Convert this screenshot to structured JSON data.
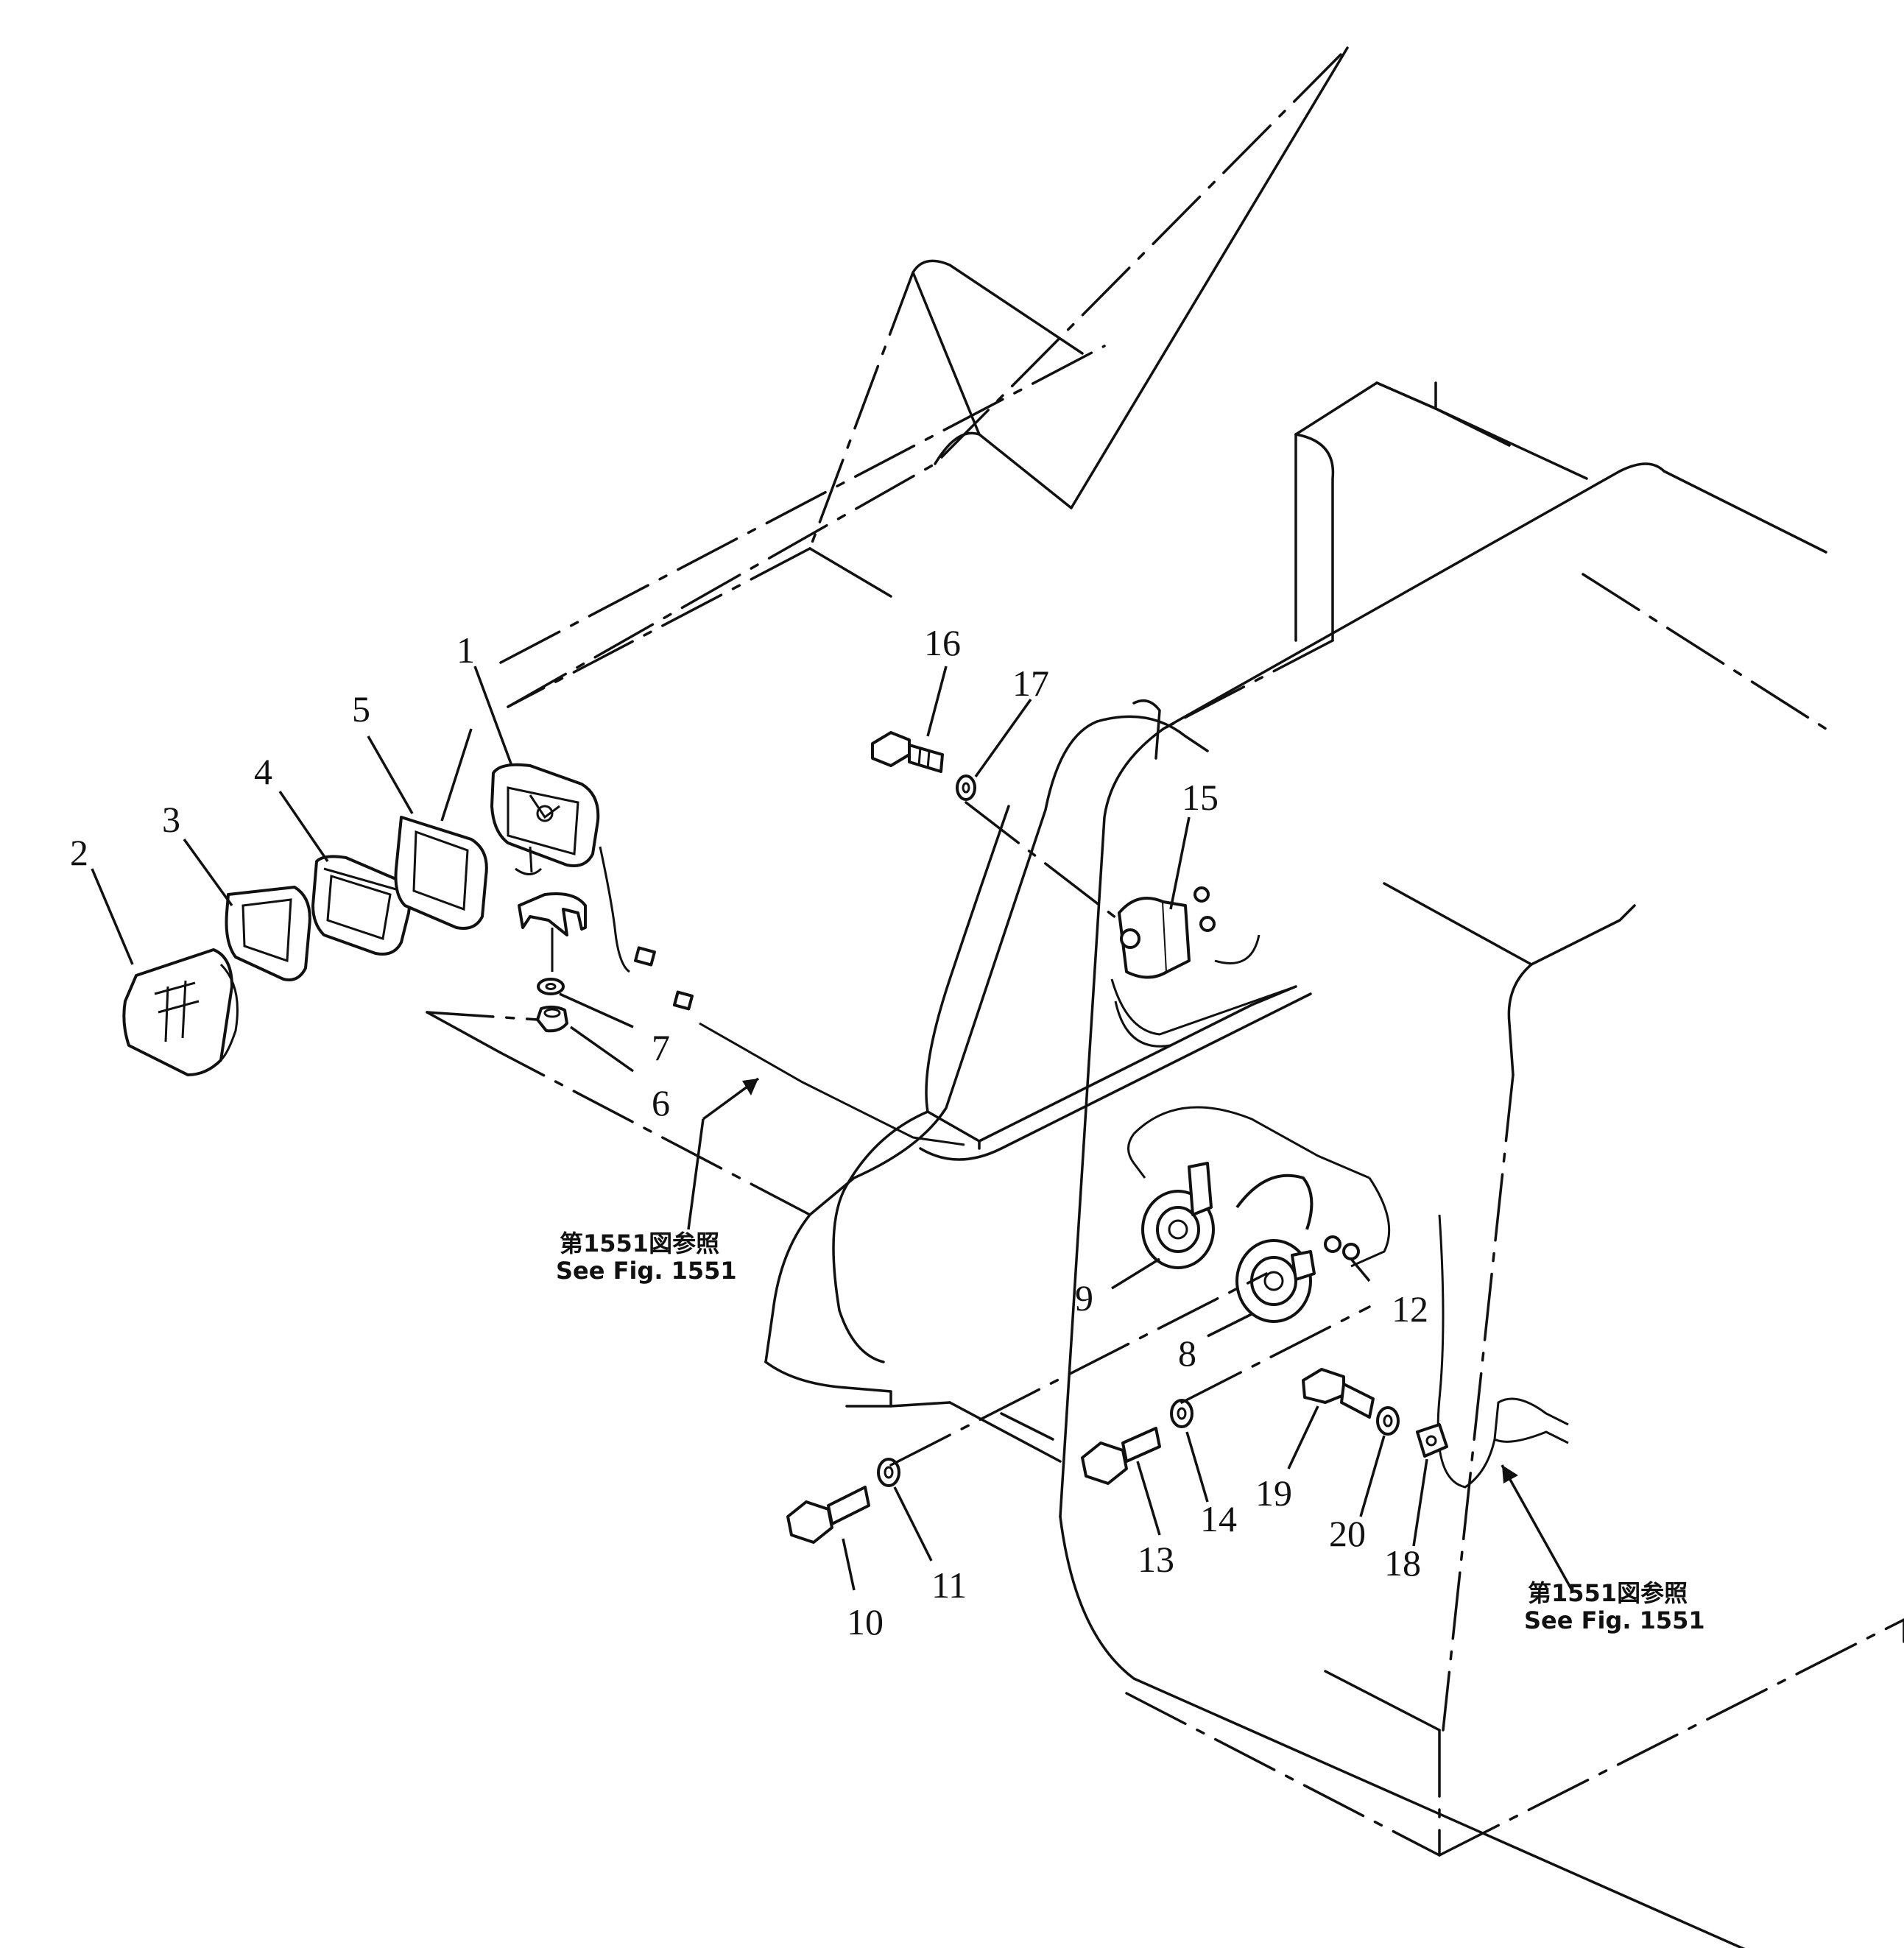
{
  "callouts": [
    "1",
    "2",
    "3",
    "4",
    "5",
    "6",
    "7",
    "8",
    "9",
    "10",
    "11",
    "12",
    "13",
    "14",
    "15",
    "16",
    "17",
    "18",
    "19",
    "20"
  ],
  "references": [
    {
      "jp": "第1551図参照",
      "en": "See Fig. 1551"
    },
    {
      "jp": "第1551図参照",
      "en": "See Fig. 1551"
    }
  ]
}
